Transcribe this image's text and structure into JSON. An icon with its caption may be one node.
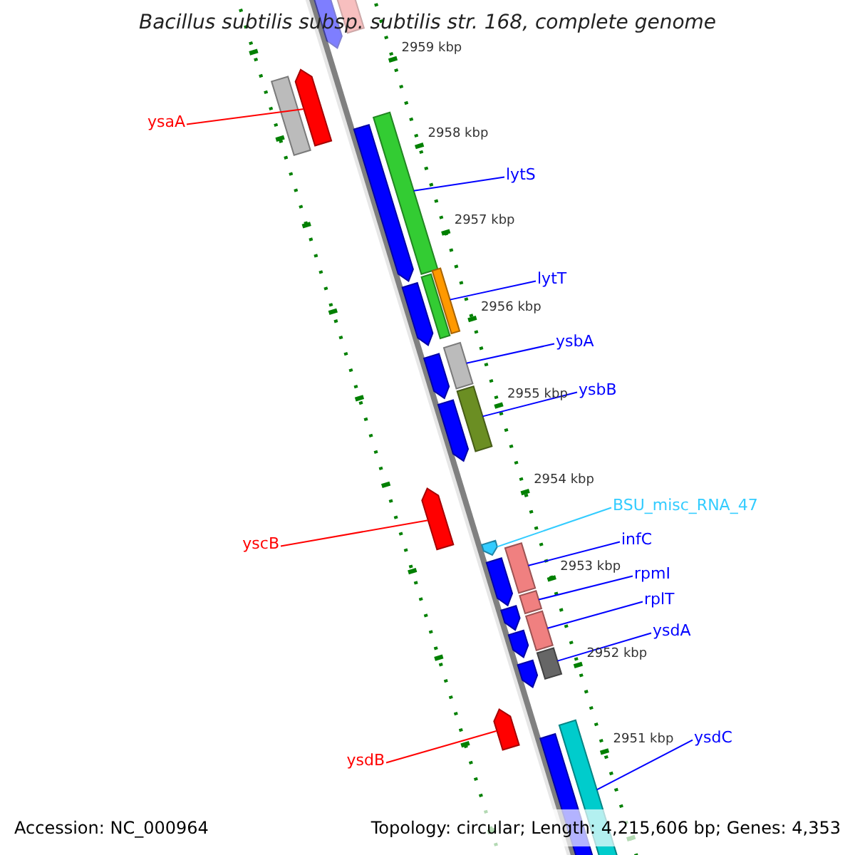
{
  "diagram": {
    "title": "Bacillus subtilis subsp. subtilis str. 168, complete genome",
    "nodes": [
      {
        "text": [
          "ysaA"
        ]
      },
      {
        "text": [],
        "shape": "arrow"
      },
      {
        "text": [
          "lytS"
        ]
      },
      {
        "text": [],
        "shape": "bar"
      },
      {
        "text": [
          "lytT"
        ]
      },
      {
        "text": [],
        "shape": "bar"
      },
      {
        "text": [
          "ysbA"
        ]
      },
      {
        "text": [],
        "shape": "bar"
      },
      {
        "text": [
          "ysbB"
        ]
      },
      {
        "text": [],
        "shape": "bar"
      },
      {
        "text": [
          "yscB"
        ]
      },
      {
        "text": [],
        "shape": "arrow"
      },
      {
        "text": [
          "BSU_misc_RNA_47"
        ]
      },
      {
        "text": [],
        "shape": "arrow"
      },
      {
        "text": [
          "infC"
        ]
      },
      {
        "text": [],
        "shape": "bar"
      },
      {
        "text": [
          "rpmI"
        ]
      },
      {
        "text": [],
        "shape": "bar"
      },
      {
        "text": [
          "rplT"
        ]
      },
      {
        "text": [],
        "shape": "bar"
      },
      {
        "text": [
          "ysdA"
        ]
      },
      {
        "text": [],
        "shape": "bar"
      },
      {
        "text": [
          "ysdB"
        ]
      },
      {
        "text": [],
        "shape": "arrow"
      },
      {
        "text": [
          "ysdC"
        ]
      },
      {
        "text": [],
        "shape": "bar"
      },
      {
        "text": [],
        "shape": "arrow"
      },
      {
        "text": [],
        "shape": "bar"
      },
      {
        "text": [],
        "shape": "arrow"
      },
      {
        "text": [],
        "shape": "arrow"
      },
      {
        "text": [],
        "shape": "bar"
      },
      {
        "text": [],
        "shape": "arrow"
      },
      {
        "text": [],
        "shape": "arrow"
      },
      {
        "text": [],
        "shape": "arrow"
      },
      {
        "text": [],
        "shape": "arrow"
      },
      {
        "text": [],
        "shape": "arrow"
      },
      {
        "text": [],
        "shape": "arrow"
      },
      {
        "text": [],
        "shape": "arrow"
      },
      {
        "text": [],
        "shape": "bar"
      }
    ],
    "edges": [
      {
        "from": 0,
        "to": 1,
        "arrow": "none",
        "color": "#ff0000"
      },
      {
        "from": 2,
        "to": 3,
        "arrow": "none"
      },
      {
        "from": 4,
        "to": 5,
        "arrow": "none"
      },
      {
        "from": 6,
        "to": 7,
        "arrow": "none"
      },
      {
        "from": 8,
        "to": 9,
        "arrow": "none"
      },
      {
        "from": 10,
        "to": 11,
        "arrow": "none",
        "color": "#ff0000"
      },
      {
        "from": 12,
        "to": 13,
        "arrow": "none",
        "color": "#33ccff"
      },
      {
        "from": 14,
        "to": 15,
        "arrow": "none"
      },
      {
        "from": 16,
        "to": 17,
        "arrow": "none"
      },
      {
        "from": 18,
        "to": 19,
        "arrow": "none"
      },
      {
        "from": 20,
        "to": 21,
        "arrow": "none"
      },
      {
        "from": 22,
        "to": 23,
        "arrow": "none",
        "color": "#ff0000"
      },
      {
        "from": 24,
        "to": 25,
        "arrow": "none"
      }
    ],
    "labels": [
      "2959 kbp",
      "2958 kbp",
      "2957 kbp",
      "2956 kbp",
      "2955 kbp",
      "2954 kbp",
      "2953 kbp",
      "2952 kbp",
      "2951 kbp",
      "Accession: NC_000964",
      "Topology: circular; Length: 4,215,606 bp; Genes: 4,353"
    ]
  }
}
